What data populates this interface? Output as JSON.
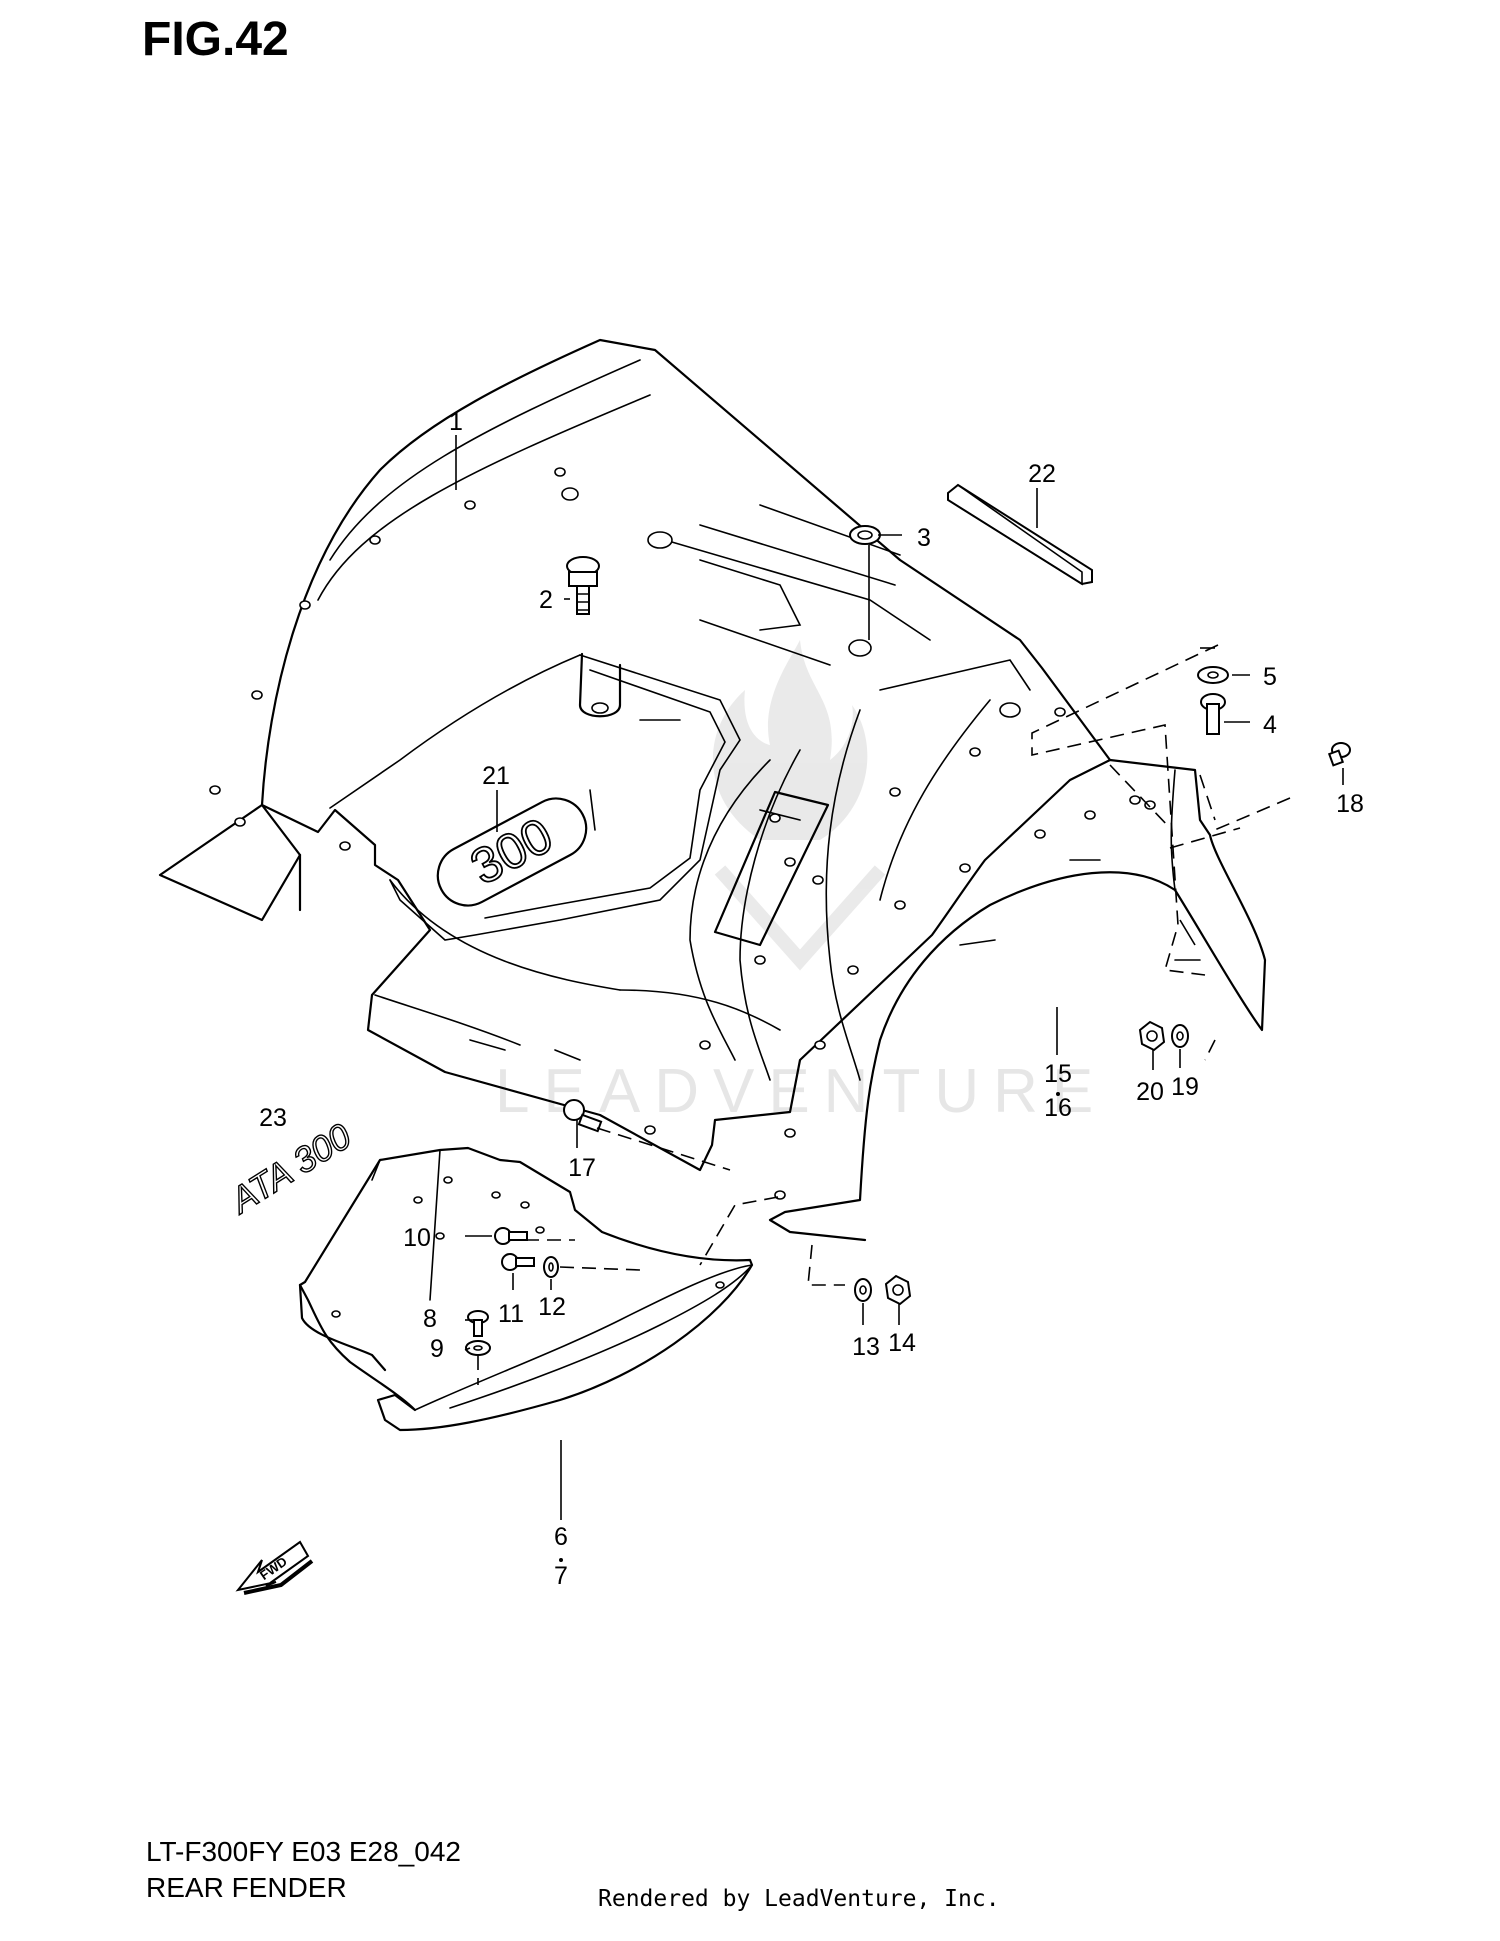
{
  "figure": {
    "title": "FIG.42",
    "model_code": "LT-F300FY E03 E28_042",
    "section_name": "REAR FENDER",
    "credit": "Rendered by LeadVenture, Inc.",
    "watermark": "LEADVENTURE"
  },
  "callouts": [
    {
      "id": "c1",
      "text": "1"
    },
    {
      "id": "c2",
      "text": "2"
    },
    {
      "id": "c3",
      "text": "3"
    },
    {
      "id": "c4",
      "text": "4"
    },
    {
      "id": "c5",
      "text": "5"
    },
    {
      "id": "c6",
      "text": "6"
    },
    {
      "id": "c7",
      "text": "7"
    },
    {
      "id": "c8",
      "text": "8"
    },
    {
      "id": "c9",
      "text": "9"
    },
    {
      "id": "c10",
      "text": "10"
    },
    {
      "id": "c11",
      "text": "11"
    },
    {
      "id": "c12",
      "text": "12"
    },
    {
      "id": "c13",
      "text": "13"
    },
    {
      "id": "c14",
      "text": "14"
    },
    {
      "id": "c15",
      "text": "15"
    },
    {
      "id": "c16",
      "text": "16"
    },
    {
      "id": "c17",
      "text": "17"
    },
    {
      "id": "c18",
      "text": "18"
    },
    {
      "id": "c19",
      "text": "19"
    },
    {
      "id": "c20",
      "text": "20"
    },
    {
      "id": "c21",
      "text": "21"
    },
    {
      "id": "c22",
      "text": "22"
    },
    {
      "id": "c23",
      "text": "23"
    }
  ],
  "emblems": {
    "engine_badge": "300",
    "side_decal": "ATA 300",
    "direction_arrow": "FWD"
  },
  "icons": {
    "direction_arrow": "fwd-arrow-icon",
    "watermark_logo": "flame-logo-icon"
  },
  "colors": {
    "ink": "#000000",
    "background": "#ffffff",
    "watermark": "#e6e6e6"
  }
}
